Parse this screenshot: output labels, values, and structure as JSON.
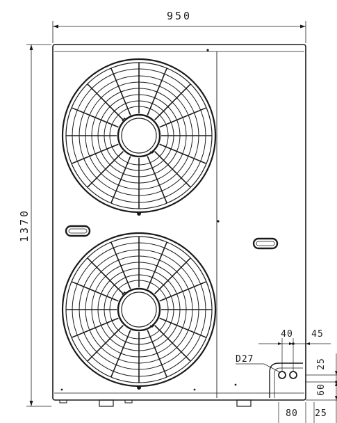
{
  "dimensions": {
    "width": "950",
    "height": "1370",
    "pipe_offset_a": "40",
    "pipe_offset_b": "45",
    "pipe_height_a": "25",
    "pipe_height_b": "60",
    "pipe_width_a": "80",
    "pipe_width_b": "25"
  },
  "labels": {
    "pipe_diameter": "D27"
  },
  "colors": {
    "line": "#1a1a1a",
    "background": "#ffffff"
  }
}
